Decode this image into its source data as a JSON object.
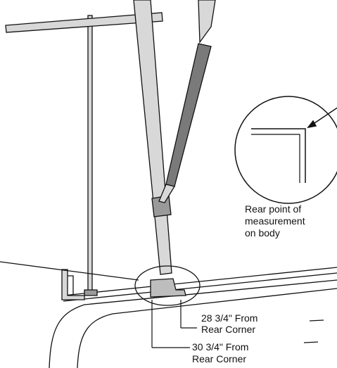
{
  "callout": {
    "line1": "Rear point of",
    "line2": "measurement",
    "line3": "on body"
  },
  "measure_a": {
    "line1": "28 3/4\" From",
    "line2": "Rear Corner"
  },
  "measure_b": {
    "line1": "30 3/4\" From",
    "line2": "Rear Corner"
  },
  "colors": {
    "line": "#111111",
    "fill_light": "#d8d8d8",
    "fill_dark": "#7a7a7a",
    "background": "#ffffff"
  }
}
